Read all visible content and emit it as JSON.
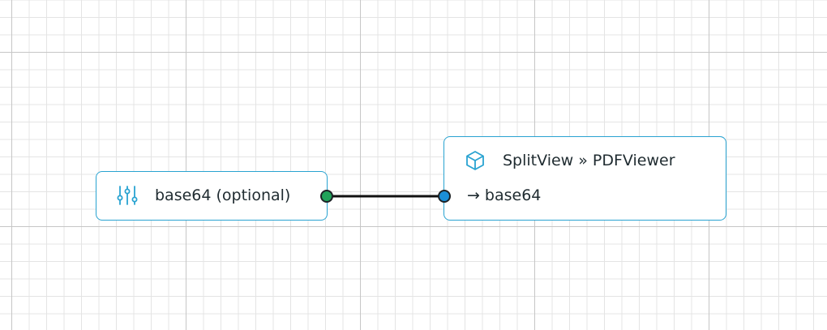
{
  "colors": {
    "node_border": "#29a3d1",
    "icon": "#29a3d1",
    "text": "#1f2b30",
    "edge": "#111111",
    "output_port": "#21a35a",
    "input_port": "#1b8fd8"
  },
  "param_node": {
    "icon": "sliders-icon",
    "label": "base64 (optional)"
  },
  "module_node": {
    "icon": "cube-icon",
    "title": "SplitView » PDFViewer",
    "input": {
      "arrow": "→",
      "label": "base64"
    }
  }
}
